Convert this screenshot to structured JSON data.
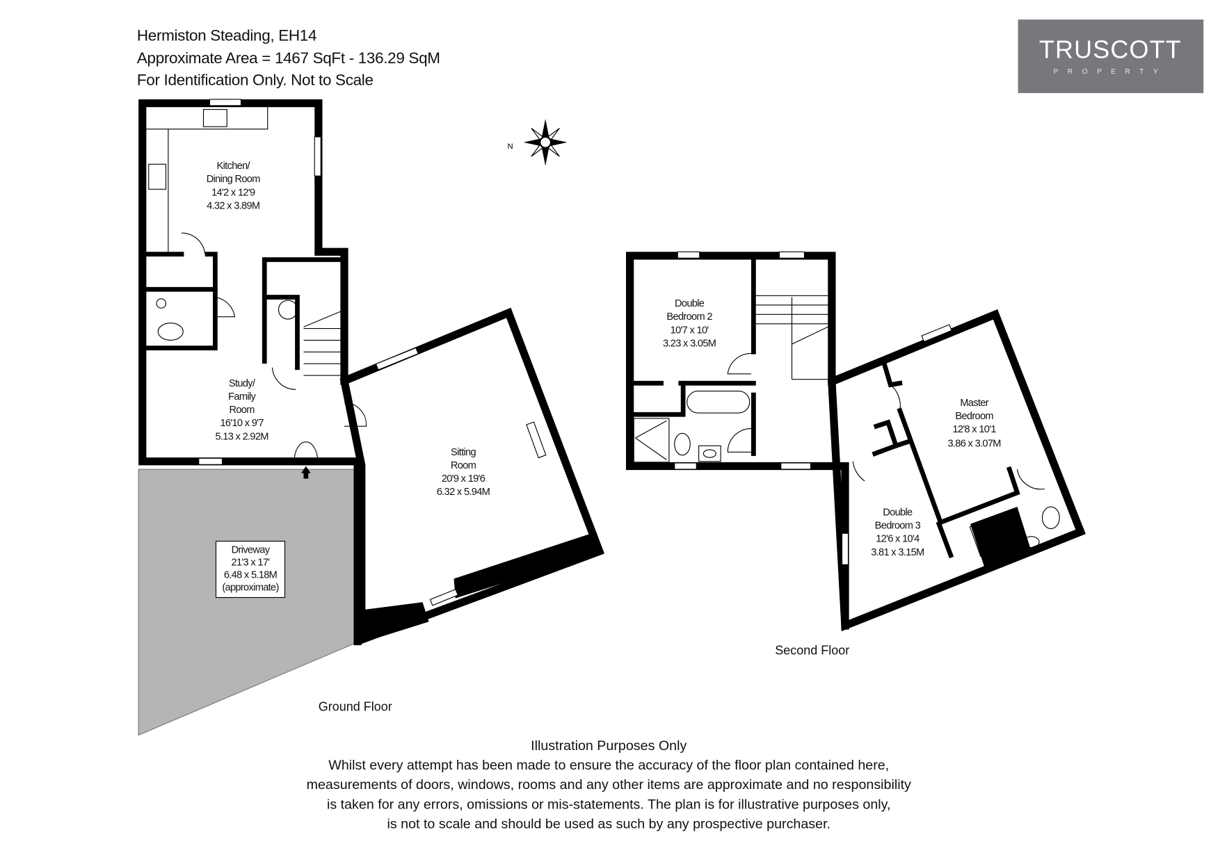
{
  "header": {
    "title": "Hermiston Steading, EH14",
    "area": "Approximate Area = 1467 SqFt - 136.29 SqM",
    "note": "For Identification Only. Not to Scale"
  },
  "logo": {
    "name": "TRUSCOTT",
    "sub": "PROPERTY",
    "bg": "#77787b"
  },
  "compass": {
    "label": "N"
  },
  "ground_floor": {
    "label": "Ground Floor",
    "rooms": {
      "kitchen": [
        "Kitchen/",
        "Dining Room",
        "14'2 x 12'9",
        "4.32 x 3.89M"
      ],
      "study": [
        "Study/",
        "Family",
        "Room",
        "16'10 x 9'7",
        "5.13 x 2.92M"
      ],
      "sitting": [
        "Sitting",
        "Room",
        "20'9 x 19'6",
        "6.32 x 5.94M"
      ],
      "driveway": [
        "Driveway",
        "21'3 x 17'",
        "6.48 x 5.18M",
        "(approximate)"
      ]
    }
  },
  "second_floor": {
    "label": "Second Floor",
    "rooms": {
      "bedroom2": [
        "Double",
        "Bedroom 2",
        "10'7 x 10'",
        "3.23 x 3.05M"
      ],
      "master": [
        "Master",
        "Bedroom",
        "12'8 x 10'1",
        "3.86 x 3.07M"
      ],
      "bedroom3": [
        "Double",
        "Bedroom 3",
        "12'6 x 10'4",
        "3.81 x 3.15M"
      ]
    }
  },
  "disclaimer": [
    "Illustration Purposes Only",
    "Whilst every attempt has been made to ensure the accuracy of the floor plan contained here,",
    "measurements of doors, windows, rooms and any other items are approximate and no responsibility",
    "is taken for any errors, omissions or mis-statements. The plan is for illustrative purposes only,",
    "is not to scale and should be used as such by any prospective purchaser."
  ]
}
